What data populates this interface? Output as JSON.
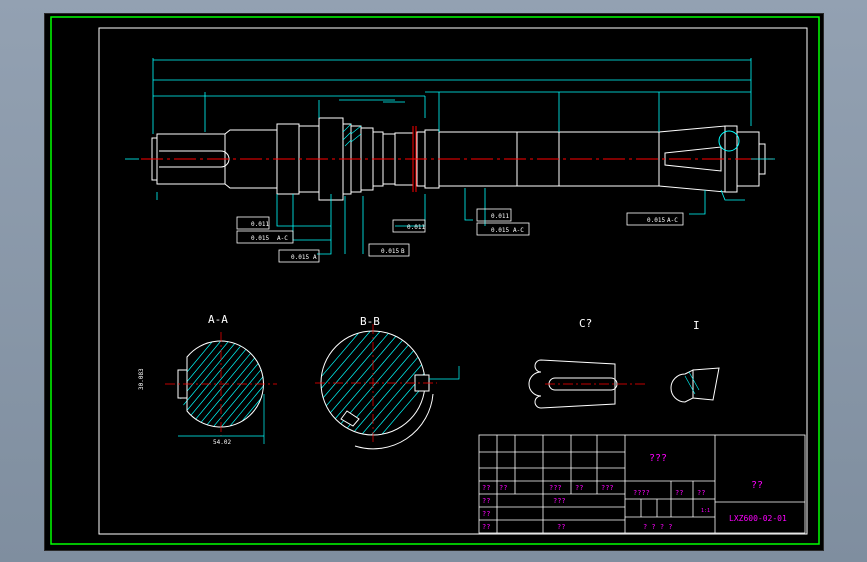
{
  "colors": {
    "background": "#000000",
    "outer_frame": "#00ff00",
    "drawing_lines": "#ffffff",
    "dimensions": "#00ffff",
    "centerlines": "#ff0000",
    "hatch": "#00ffff",
    "title_text": "#ff00ff",
    "grid_lines": "#ffffff"
  },
  "views": {
    "section_a_label": "A-A",
    "section_b_label": "B-B",
    "detail_c_label": "C?",
    "detail_i_label": "I",
    "dim_a_width": "54.02",
    "dim_a_height": "30.083"
  },
  "annotations": {
    "tol_1_value": "0.011",
    "tol_2_value": "0.015",
    "tol_2_ref": "A-C",
    "tol_3_value": "0.015",
    "tol_3_ref": "A",
    "tol_4_value": "0.015",
    "tol_4_ref": "B",
    "tol_5_value": "0.011",
    "tol_6_value": "0.011",
    "tol_7_value": "0.015",
    "tol_7_ref": "A-C",
    "tol_8_value": "0.015",
    "tol_8_ref": "A-C"
  },
  "title_block": {
    "title_cell": "???",
    "material_cell": "??",
    "drawing_number": "LXZ600-02-01",
    "scale_label": "????",
    "sheet_label": "? ? ? ?",
    "row_labels": [
      "??",
      "??",
      "??",
      "??",
      "??",
      "??"
    ],
    "header_labels": [
      "??",
      "??",
      "???",
      "??",
      "???"
    ],
    "sign_labels": [
      "???",
      "??"
    ],
    "small_cells": [
      "??",
      "??",
      "1:1"
    ]
  }
}
